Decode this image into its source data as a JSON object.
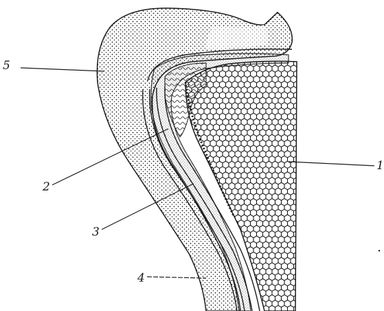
{
  "labels": {
    "l1": "1",
    "l2": "2",
    "l3": "3",
    "l4": "4",
    "l5": "5"
  },
  "colors": {
    "ink": "#1a1a1a",
    "background": "#ffffff"
  }
}
